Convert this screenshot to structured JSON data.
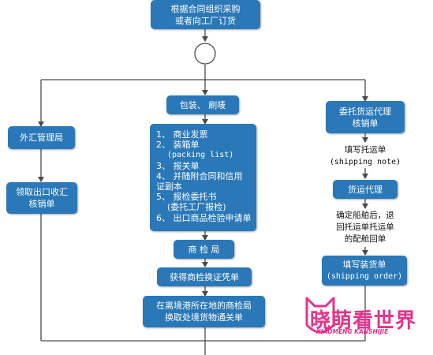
{
  "colors": {
    "box": "#2a78b8",
    "line": "#4a4a4a",
    "watermark": "#e6338a"
  },
  "steps": {
    "contract": [
      "根据合同组织采购",
      "或者向工厂订货"
    ],
    "packing": "包装、 刷唛",
    "forex_bureau": "外汇管理局",
    "get_verification": [
      "领取出口收汇",
      "核销单"
    ],
    "docs": [
      "1、 商业发票",
      "2、 装箱单",
      "(packing list)",
      "3、 报关单",
      "4、 并随附合同和信用",
      "证副本",
      "5、 报检委托书",
      "(委托工厂报检)",
      "6、 出口商品检验申请单"
    ],
    "inspection_bureau": "商 检 局",
    "get_certificate": "获得商检换证凭单",
    "customs_clearance": [
      "在离境港所在地的商检局",
      "换取处境货物通关单"
    ],
    "entrust_agent": [
      "委托货运代理",
      "核销单"
    ],
    "fill_shipping_note": [
      "填写托运单",
      "(shipping note)"
    ],
    "freight_agent": "货运代理",
    "return_note": [
      "确定船舶后，退",
      "回托运单托运单",
      "的配舱回单"
    ],
    "fill_shipping_order": [
      "填写装货单",
      "(shipping order)"
    ]
  },
  "watermark": {
    "title": "晓萌看世界",
    "subtitle": "XIAOMENG KANSHIJIE"
  }
}
